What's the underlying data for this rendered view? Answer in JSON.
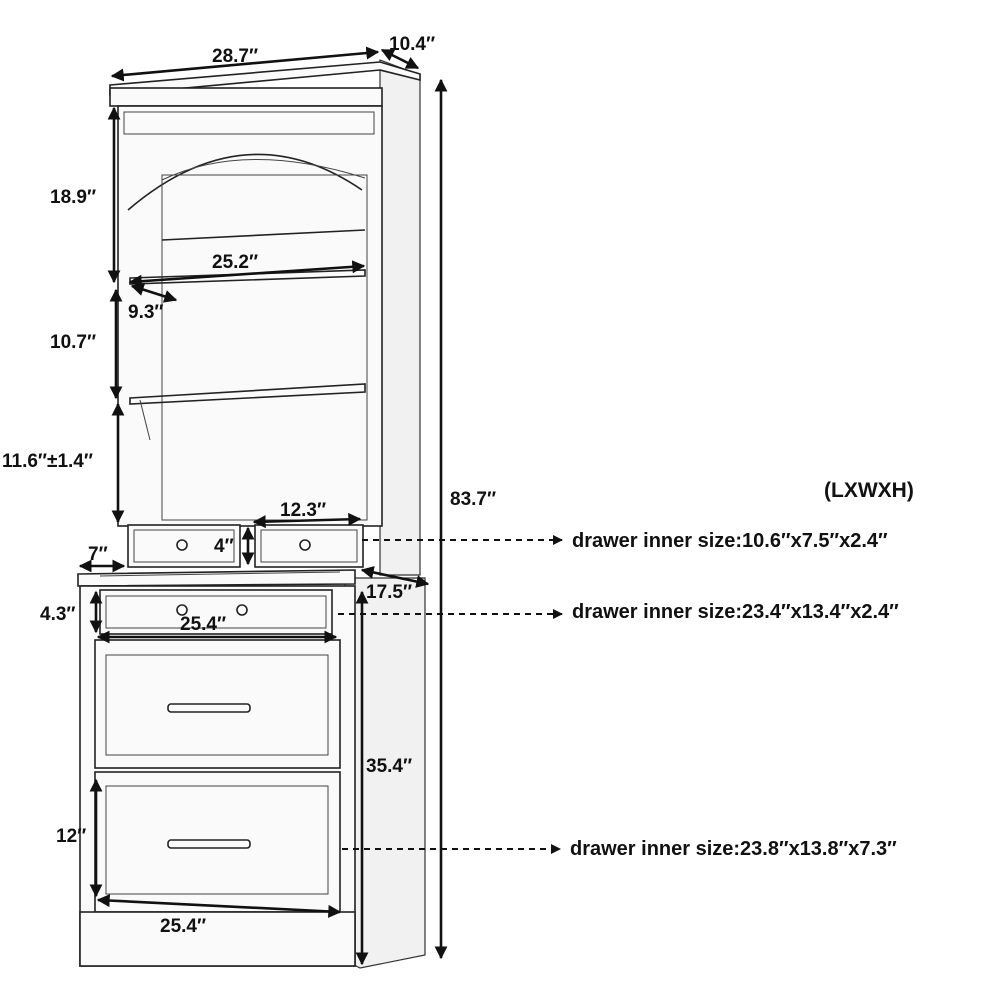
{
  "diagram": {
    "size_format": "(LXWXH)",
    "dimensions": {
      "overall_width": "28.7″",
      "overall_depth": "10.4″",
      "overall_height": "83.7″",
      "top_section_height": "18.9″",
      "shelf_width": "25.2″",
      "shelf_depth": "9.3″",
      "middle_shelf_height": "10.7″",
      "adjustable_shelf_height": "11.6″±1.4″",
      "small_drawer_width": "12.3″",
      "small_drawer_height": "4″",
      "side_gap": "7″",
      "base_depth": "17.5″",
      "wide_drawer_height": "4.3″",
      "wide_drawer_width": "25.4″",
      "base_height": "35.4″",
      "bottom_drawer_height": "12″",
      "bottom_width": "25.4″"
    },
    "drawer_notes": [
      "drawer inner size:10.6″x7.5″x2.4″",
      "drawer inner size:23.4″x13.4″x2.4″",
      "drawer inner size:23.8″x13.8″x7.3″"
    ]
  }
}
